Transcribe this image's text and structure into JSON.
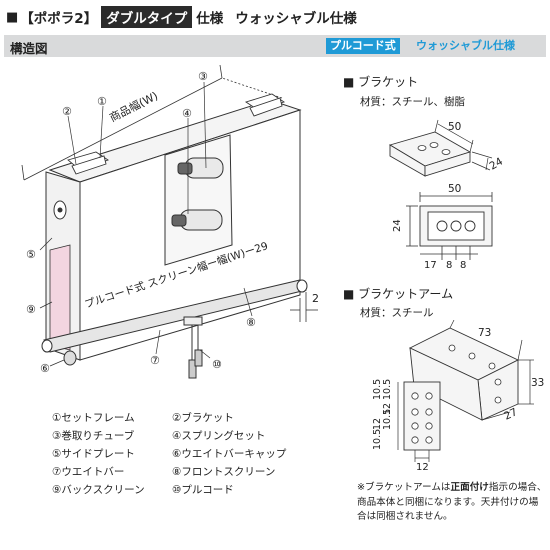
{
  "header": {
    "box": "■",
    "title_bracketed": "【ポポラ2】",
    "title_dark": "ダブルタイプ",
    "spec": "仕様",
    "subtitle": "ウォッシャブル仕様"
  },
  "section": {
    "label": "構造図",
    "tag_pull": "プルコード式",
    "tag_wash": "ウォッシャブル仕様"
  },
  "diagram": {
    "width_label": "商品幅(W)",
    "screen_label": "プルコード式 スクリーン幅ー幅(W)ー29",
    "offset_label": "2",
    "callouts": [
      "①",
      "②",
      "③",
      "④",
      "⑤",
      "⑥",
      "⑦",
      "⑧",
      "⑨",
      "⑩"
    ]
  },
  "bracket": {
    "title": "■ ブラケット",
    "material": "材質：スチール、樹脂",
    "dims": {
      "w_top": "50",
      "depth": "24",
      "w_front": "50",
      "height": "24",
      "d1": "17",
      "d2": "8",
      "d3": "8"
    }
  },
  "arm": {
    "title": "■ ブラケットアーム",
    "material": "材質：スチール",
    "dims": {
      "w": "73",
      "h": "33",
      "d": "27",
      "v1": "10.5",
      "v2": "12",
      "v3": "10.5",
      "v4": "10.5",
      "v5": "12",
      "v6": "10.5",
      "bottom": "12"
    }
  },
  "legend": [
    "①セットフレーム",
    "②ブラケット",
    "③巻取りチューブ",
    "④スプリングセット",
    "⑤サイドプレート",
    "⑥ウエイトバーキャップ",
    "⑦ウエイトバー",
    "⑧フロントスクリーン",
    "⑨バックスクリーン",
    "⑩プルコード"
  ],
  "note": {
    "prefix": "※ブラケットアームは",
    "bold": "正面付け",
    "rest": "指示の場合、商品本体と同梱になります。天井付けの場合は同梱されません。"
  }
}
